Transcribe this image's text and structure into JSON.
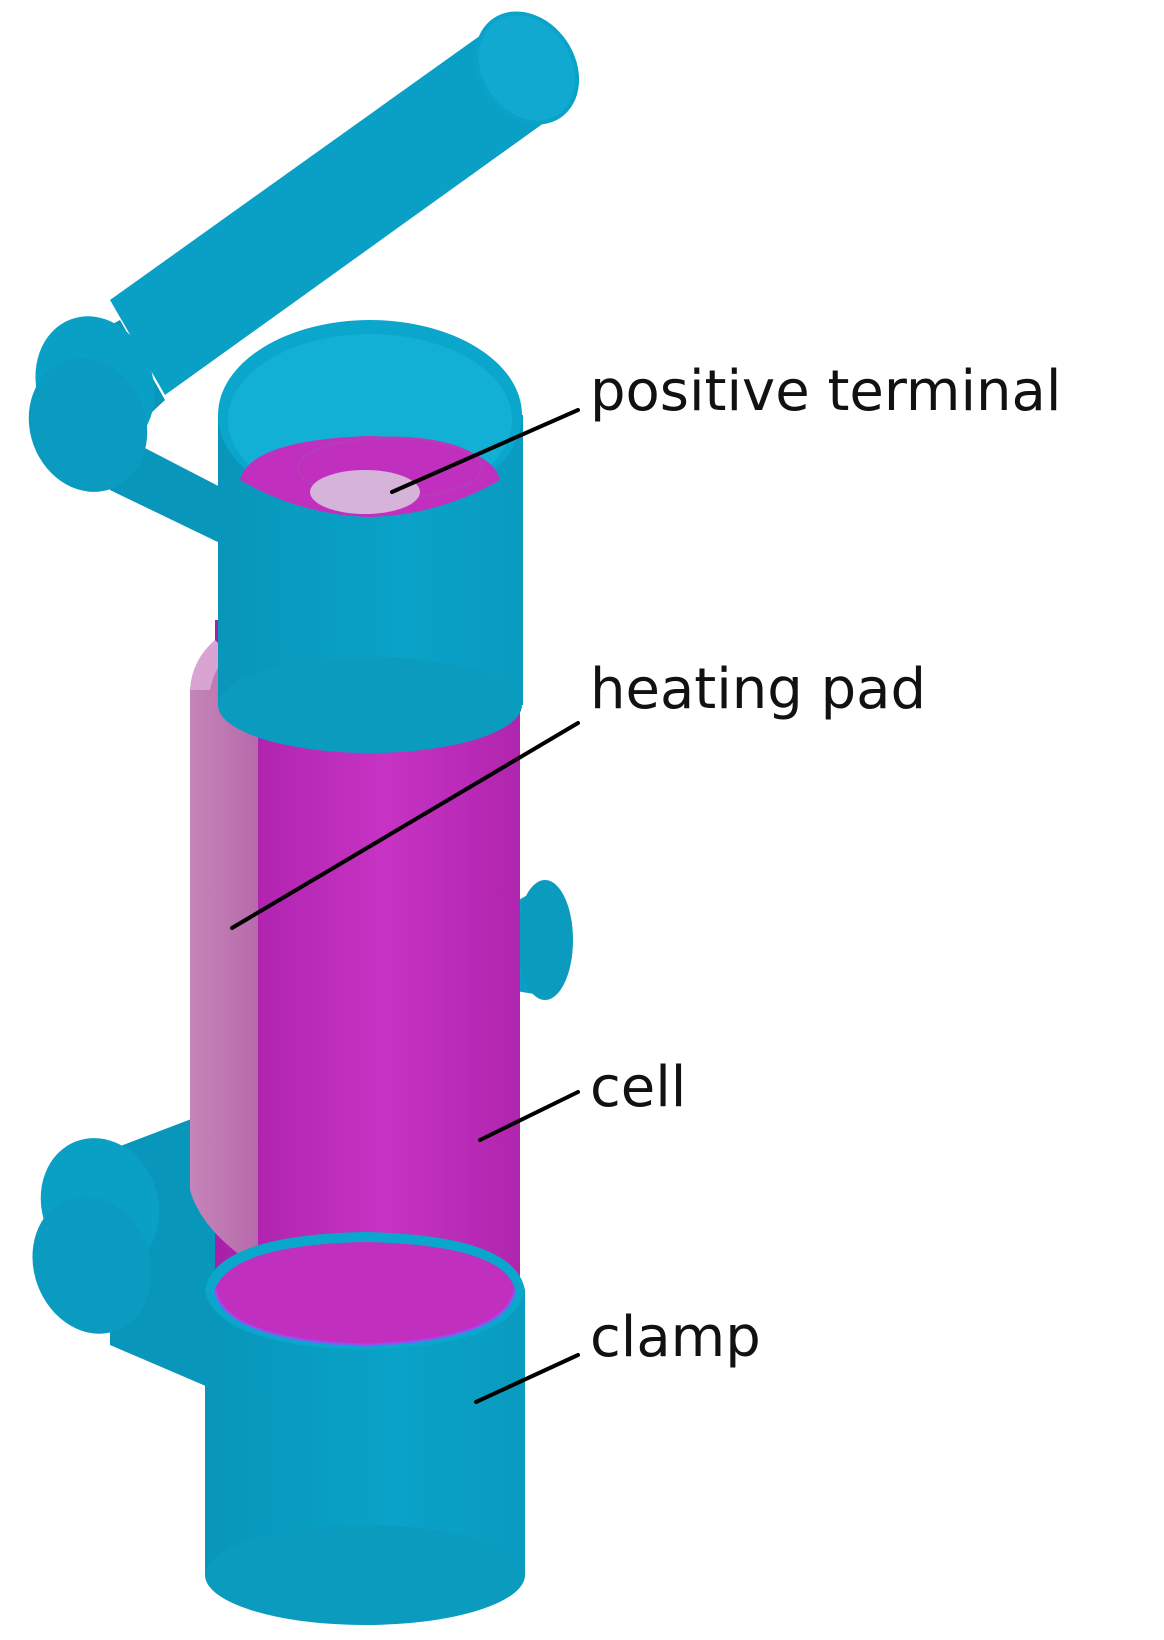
{
  "labels": {
    "positive_terminal": "positive terminal",
    "heating_pad": "heating pad",
    "cell": "cell",
    "clamp": "clamp"
  },
  "colors": {
    "clamp": "#0aa0c6",
    "clamp_dark": "#0891b4",
    "clamp_light": "#15afd4",
    "cell": "#c02fbe",
    "cell_dark": "#a81fa8",
    "cell_light": "#cf49cc",
    "heating_pad": "#c078b4",
    "heating_pad_edge": "#d9a4d1",
    "terminal": "#d6b3d9",
    "leader_line": "#000000",
    "text": "#111111"
  }
}
